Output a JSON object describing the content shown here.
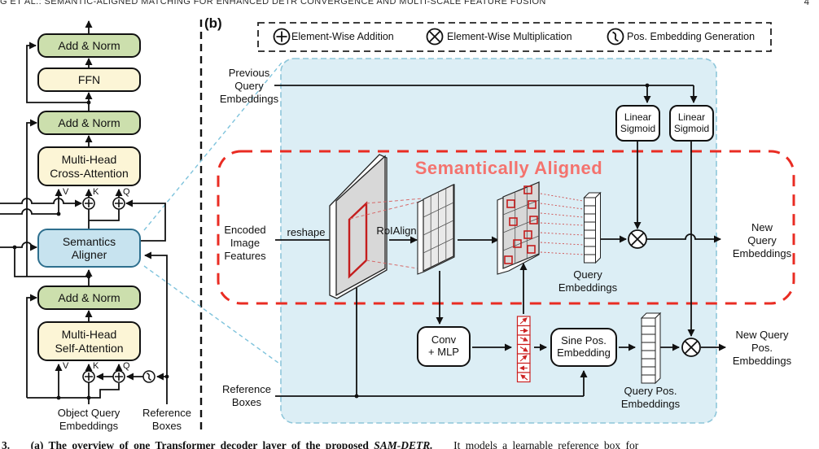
{
  "header": {
    "running_title": "G ET AL.: SEMANTIC-ALIGNED MATCHING FOR ENHANCED DETR CONVERGENCE AND MULTI-SCALE FEATURE FUSION",
    "page_number": "4"
  },
  "panel_a": {
    "add_norm_1": "Add & Norm",
    "ffn": "FFN",
    "add_norm_2": "Add & Norm",
    "cross_attention": "Multi-Head\nCross-Attention",
    "semantics_aligner": "Semantics\nAligner",
    "add_norm_3": "Add & Norm",
    "self_attention": "Multi-Head\nSelf-Attention",
    "object_query_embeddings": "Object Query\nEmbeddings",
    "reference_boxes": "Reference\nBoxes",
    "ports": {
      "v": "V",
      "k": "K",
      "q": "Q"
    }
  },
  "panel_b": {
    "label": "(b)",
    "legend": [
      {
        "icon": "plus-circle",
        "label": "Element-Wise Addition"
      },
      {
        "icon": "times-circle",
        "label": "Element-Wise Multiplication"
      },
      {
        "icon": "wave-circle",
        "label": "Pos. Embedding Generation"
      }
    ],
    "previous_query_embeddings": "Previous\nQuery\nEmbeddings",
    "linear_sigmoid_1": "Linear\nSigmoid",
    "linear_sigmoid_2": "Linear\nSigmoid",
    "semantically_aligned": "Semantically Aligned",
    "encoded_image_features": "Encoded\nImage\nFeatures",
    "reshape": "reshape",
    "roialign": "RoIAlign",
    "query_embeddings": "Query\nEmbeddings",
    "new_query_embeddings": "New\nQuery\nEmbeddings",
    "conv_mlp": "Conv\n+ MLP",
    "sine_pos_embedding": "Sine Pos.\nEmbedding",
    "query_pos_embeddings": "Query Pos.\nEmbeddings",
    "new_query_pos_embeddings": "New Query\nPos.\nEmbeddings",
    "reference_boxes": "Reference\nBoxes"
  },
  "caption": {
    "prefix": "3.",
    "part_a": "(a) The overview of one Transformer decoder layer of the proposed ",
    "method": "SAM-DETR.",
    "rest": "It models a learnable reference box for"
  },
  "colors": {
    "add_norm_fill": "#ccdfad",
    "attention_fill": "#fcf5d6",
    "aligner_fill": "#c7e3ef",
    "panel_fill": "#dceef5",
    "panel_border": "#8ec6da",
    "red_dashed": "#e92c23",
    "semantically_aligned_text": "#f4736e"
  }
}
